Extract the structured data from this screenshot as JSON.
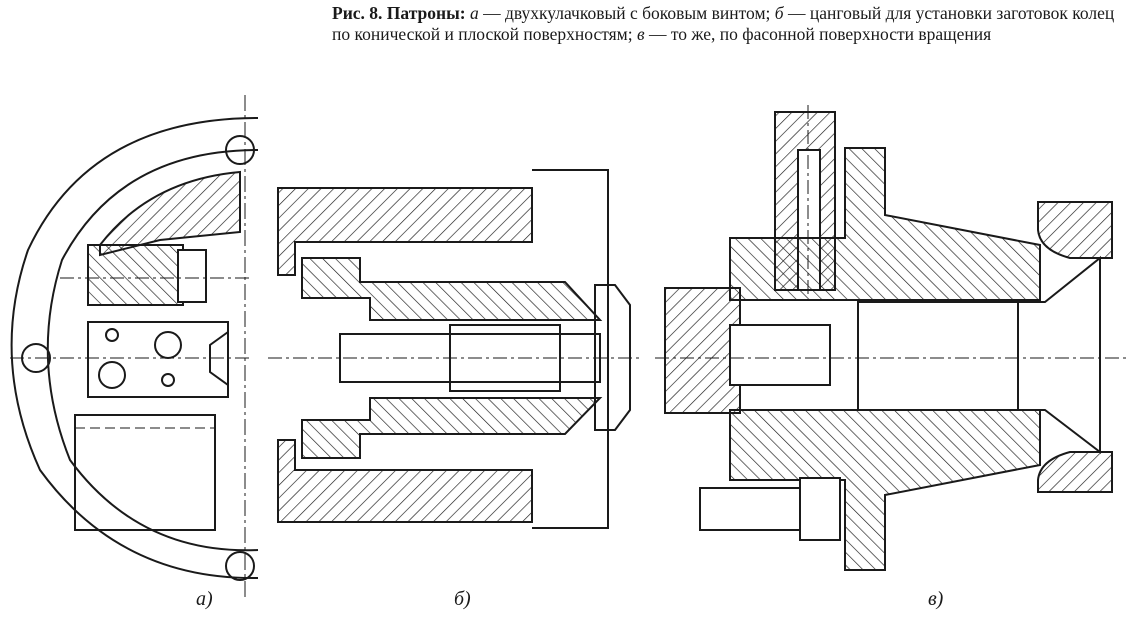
{
  "caption": {
    "prefix": "Рис. 8. Патроны:",
    "item_a_letter": "а",
    "item_a_text": " — двухкулачковый с боковым винтом; ",
    "item_b_letter": "б",
    "item_b_text": " — цанговый для установки заготовок колец по конической и плоской поверхностям; ",
    "item_v_letter": "в",
    "item_v_text": " — то же, по фасонной поверхности вращения"
  },
  "sublabels": {
    "a": "а)",
    "b": "б)",
    "v": "в)"
  },
  "colors": {
    "ink": "#1a1a1a",
    "paper": "#ffffff"
  }
}
